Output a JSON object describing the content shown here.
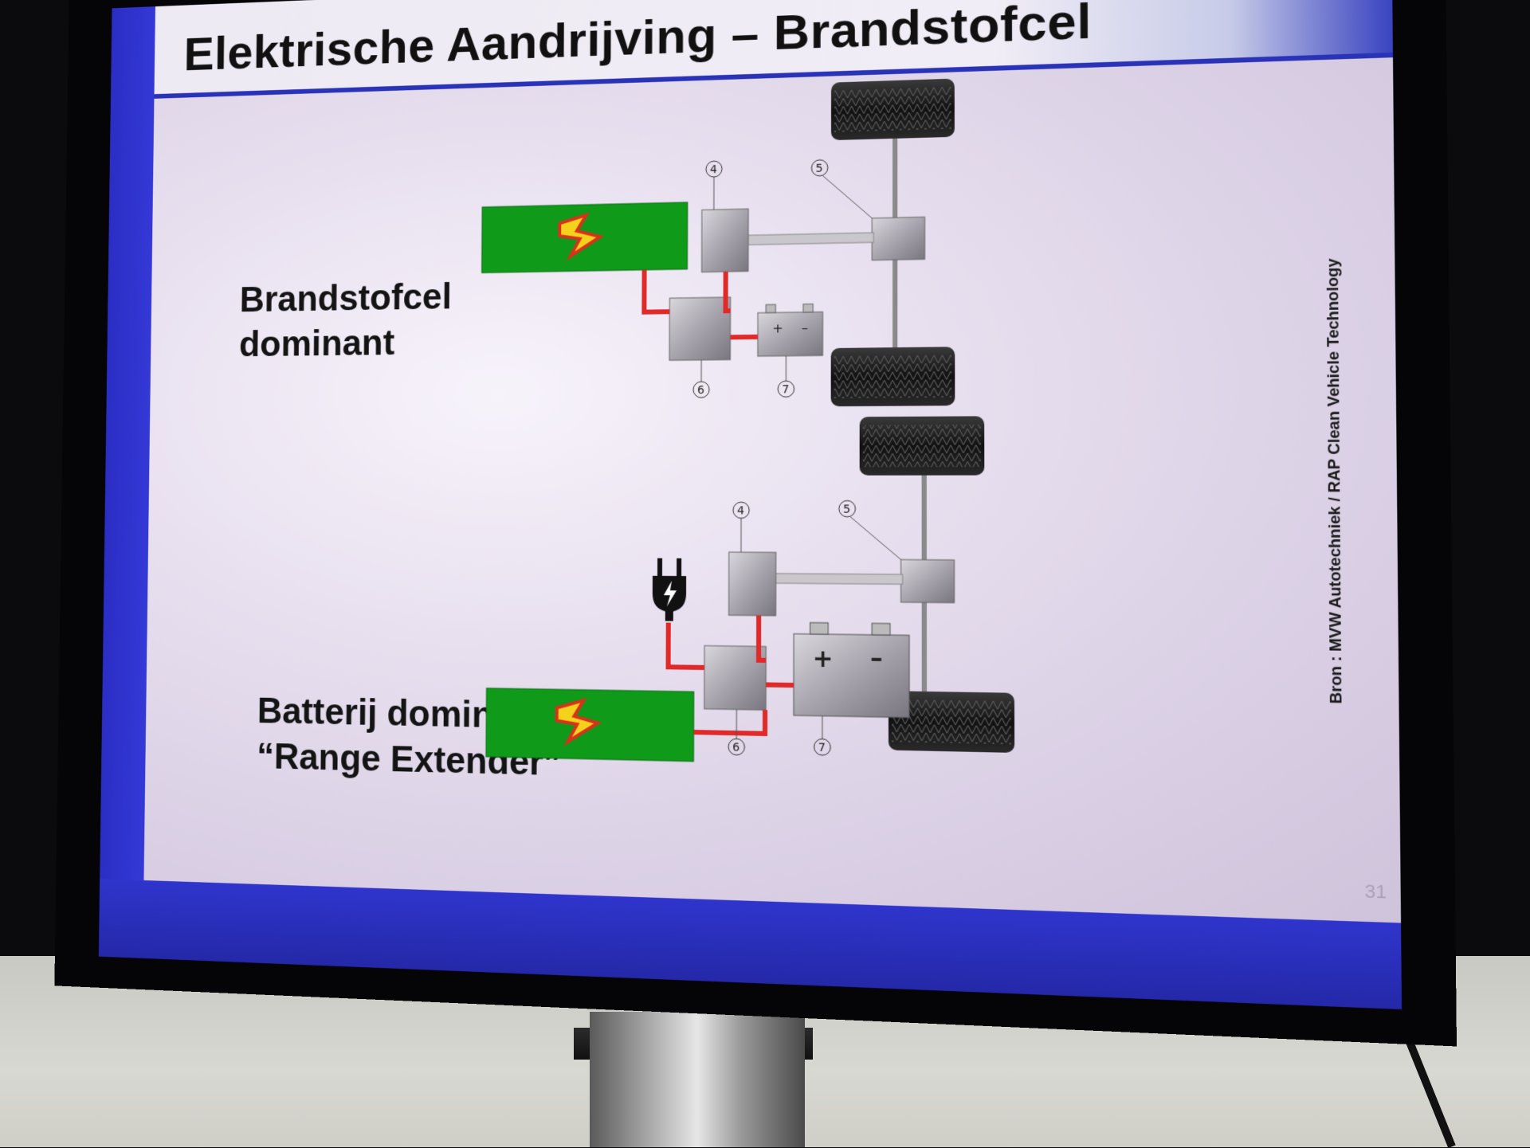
{
  "slide": {
    "title": "Elektrische Aandrijving – Brandstofcel",
    "label_top_line1": "Brandstofcel",
    "label_top_line2": "dominant",
    "label_bottom_line1": "Batterij dominant",
    "label_bottom_line2": "“Range Extender”",
    "source": "Bron : MVW Autotechniek / RAP Clean Vehicle Technology",
    "page_number": "31"
  },
  "diagram_top": {
    "callouts": [
      "4",
      "5",
      "6",
      "7"
    ],
    "battery_plus": "+",
    "battery_minus": "–"
  },
  "diagram_bottom": {
    "callouts": [
      "4",
      "5",
      "6",
      "7"
    ],
    "battery_plus": "+",
    "battery_minus": "–"
  },
  "colors": {
    "slide_blue": "#3438d6",
    "fuel_cell_green": "#0f9a1a",
    "wire_red": "#e02a2a",
    "bolt_yellow": "#f4d21c",
    "bolt_red": "#d8311c"
  },
  "icons": [
    "lightning-bolt-icon",
    "power-plug-icon",
    "battery-icon",
    "tire-icon"
  ]
}
